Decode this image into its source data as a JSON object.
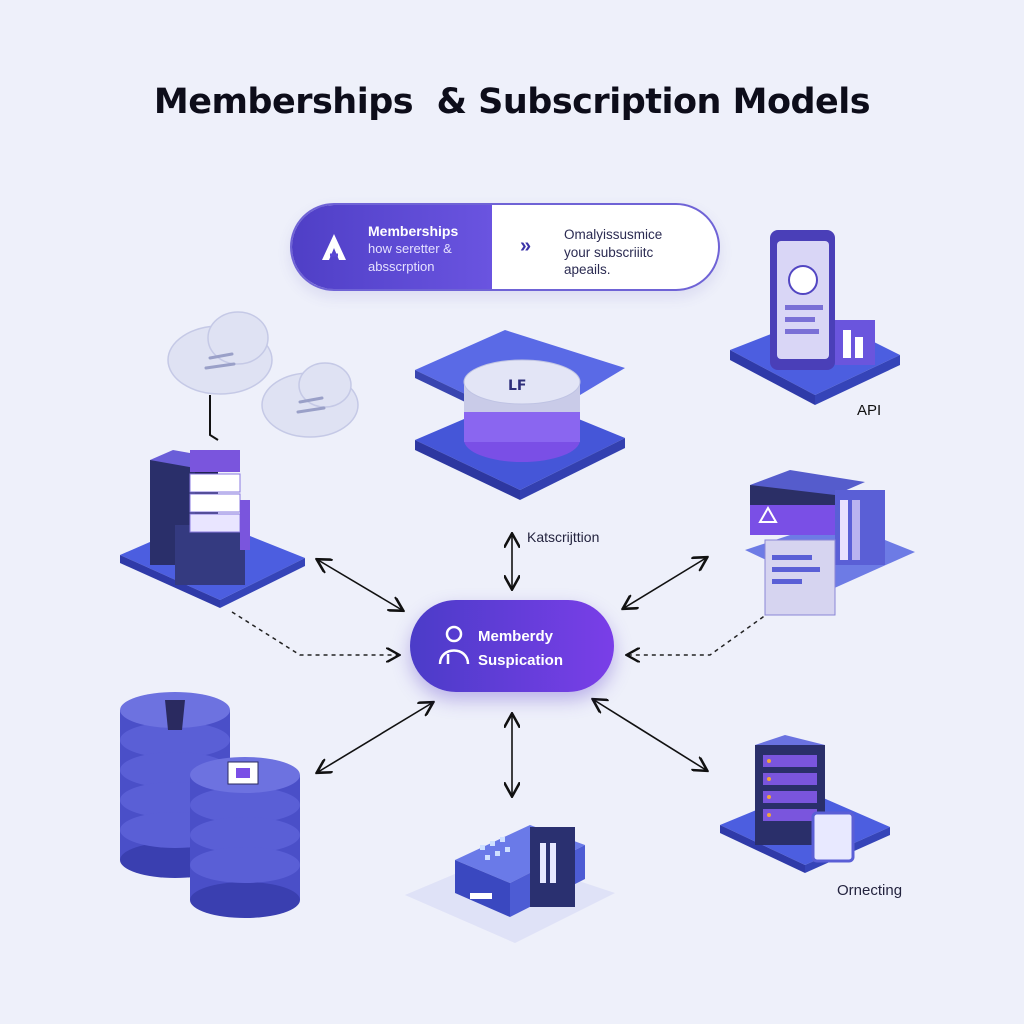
{
  "title": "Memberships  & Subscription Models",
  "banner": {
    "left_title": "Memberships",
    "left_sub_1": "how seretter &",
    "left_sub_2": "abssсrption",
    "chevrons": "»",
    "right_lines": [
      "Omalyissusmice",
      "your subsсriiitc",
      "apeails."
    ]
  },
  "hub": {
    "line1": "Memberdy",
    "line2": "Suspication"
  },
  "labels": {
    "api": "API",
    "subscription": "Katscrijttion",
    "connecting": "Ornecting"
  },
  "colors": {
    "accent": "#5b4fd6",
    "accent_dark": "#3b33a8",
    "accent_purple": "#7a3ee8",
    "background": "#eef0fa"
  },
  "icons": [
    "logo-a-icon",
    "chevrons-icon",
    "person-icon",
    "cloud-icon",
    "database-icon",
    "server-icon",
    "phone-icon",
    "printer-icon",
    "router-icon"
  ]
}
